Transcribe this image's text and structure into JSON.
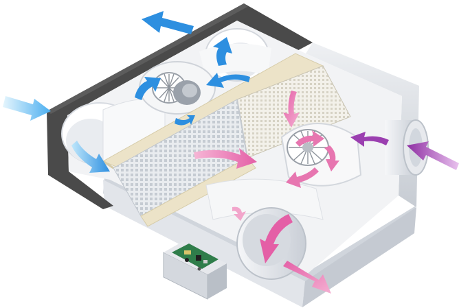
{
  "colors": {
    "background": "#ffffff",
    "casing_insulation": "#4a4a4a",
    "casing_metal": "#e3e6ea",
    "interior": "#f3f4f6",
    "heat_exchanger_frame": "#ece3c8",
    "heat_exchanger_mesh": "#d9dde2",
    "blower": "#f7f7f7",
    "circuit_board": "#2f7d4a",
    "fresh_air_arrow": "#2d8fe0",
    "fresh_air_arrow_light": "#8cd0f5",
    "exhaust_air_arrow": "#e776b0",
    "exhaust_air_arrow_dark": "#9b3fb0"
  },
  "icons": {
    "fresh_air": "blue-airflow-arrow",
    "exhaust_air": "pink-airflow-arrow",
    "blower": "centrifugal-fan",
    "exchanger": "heat-exchanger-core"
  }
}
